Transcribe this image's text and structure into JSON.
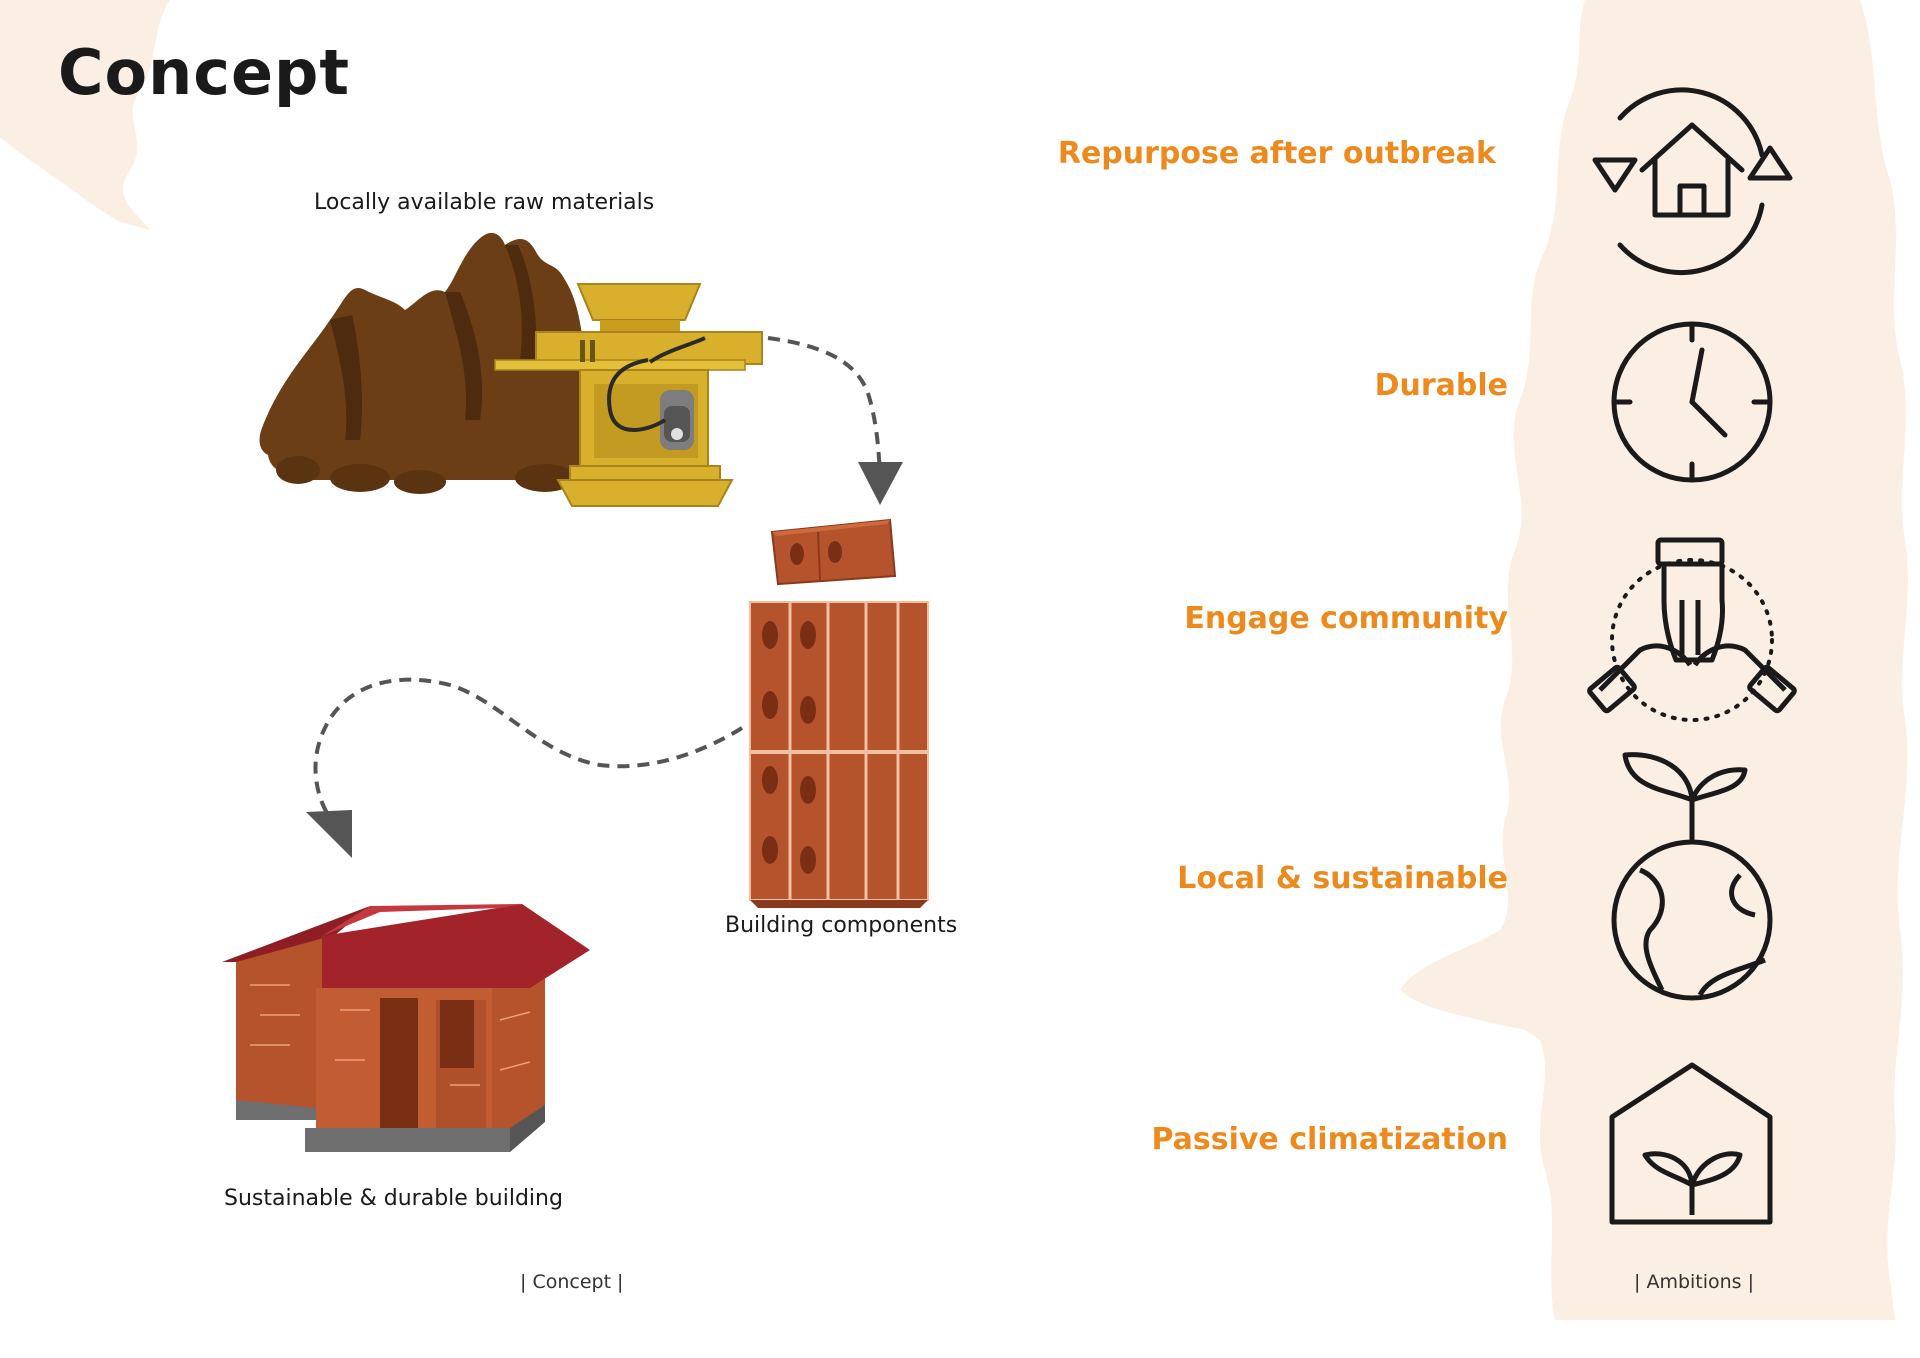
{
  "colors": {
    "accent_orange": "#ec8a1e",
    "brick": "#b5532c",
    "brick_dark": "#8a3a1c",
    "roof_red": "#a3232a",
    "earth_brown": "#6b3e16",
    "machine_yellow": "#d9b02b",
    "blob_peach": "#fbeee2",
    "icon_black": "#1a1a1a"
  },
  "page": {
    "title": "Concept"
  },
  "flow": {
    "raw_materials_label": "Locally available raw materials",
    "components_label": "Building components",
    "building_label": "Sustainable & durable building"
  },
  "ambitions": [
    {
      "label": "Repurpose after outbreak",
      "icon": "house-cycle-icon"
    },
    {
      "label": "Durable",
      "icon": "clock-icon"
    },
    {
      "label": "Engage community",
      "icon": "hands-together-icon"
    },
    {
      "label": "Local & sustainable",
      "icon": "globe-sprout-icon"
    },
    {
      "label": "Passive climatization",
      "icon": "house-plant-icon"
    }
  ],
  "footer": {
    "left": "| Concept |",
    "right": "| Ambitions |"
  }
}
